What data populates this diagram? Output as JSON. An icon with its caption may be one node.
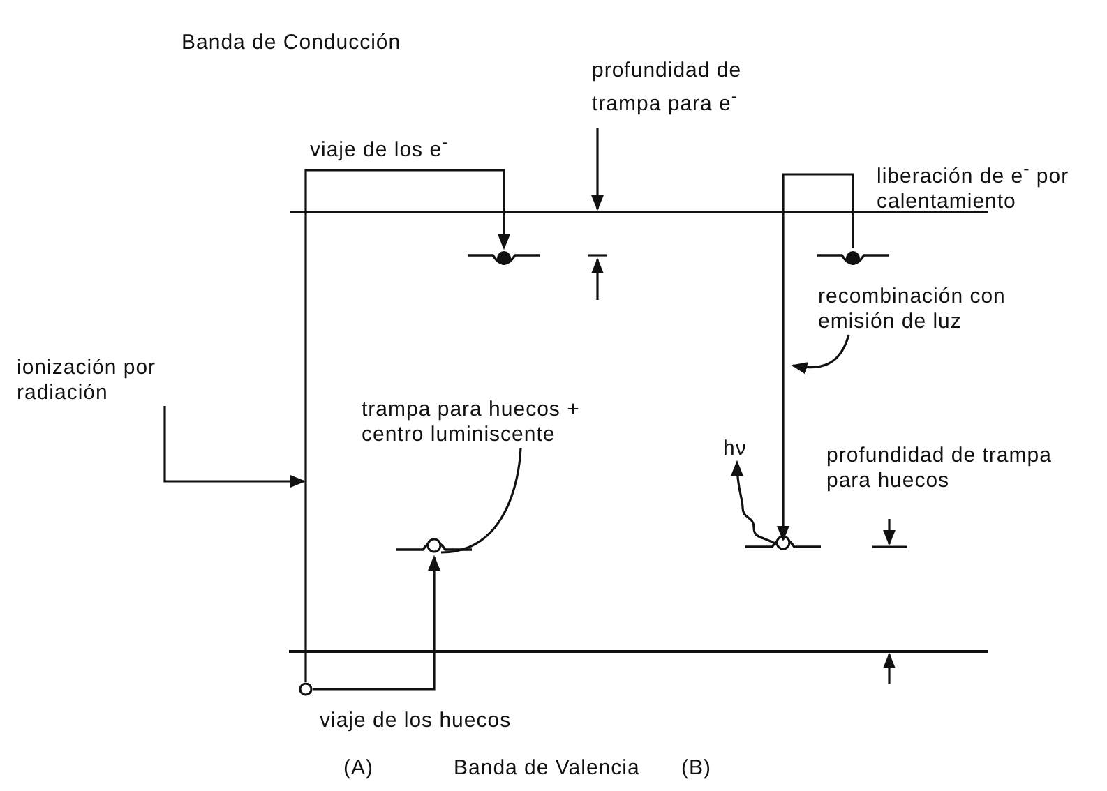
{
  "diagram": {
    "nodes": [
      {
        "text": [
          "ionización por radiación"
        ]
      },
      {
        "text": [],
        "shape": "circle"
      },
      {
        "text": [],
        "shape": "circle"
      },
      {
        "text": [],
        "shape": "circle"
      },
      {
        "text": [
          "trampa para huecos + centro luminiscente"
        ]
      },
      {
        "text": [],
        "shape": "circle"
      },
      {
        "text": [],
        "shape": "circle"
      },
      {
        "text": [
          "recombinación con emisión de luz"
        ]
      },
      {
        "text": [
          "hν"
        ]
      }
    ],
    "edges": [
      {
        "from": 0,
        "to": null,
        "arrow": "to"
      },
      {
        "from": 1,
        "to": 2,
        "arrow": "to",
        "label": "viaje de los e$^{-}$"
      },
      {
        "from": 1,
        "to": 3,
        "arrow": "to",
        "label": "viaje de los huecos"
      },
      {
        "from": 4,
        "to": 3,
        "arrow": "none"
      },
      {
        "from": 5,
        "to": 6,
        "arrow": "to",
        "label": "liberación de e$^{-}$ por calentamiento"
      },
      {
        "from": 7,
        "to": null,
        "arrow": "to"
      },
      {
        "from": 6,
        "to": 8,
        "arrow": "to"
      }
    ],
    "labels": [
      "Banda de Conducción",
      "profundidad de trampa para e$^{-}$",
      "profundidad de trampa para huecos",
      "(A)",
      "Banda de Valencia",
      "(B)"
    ]
  }
}
